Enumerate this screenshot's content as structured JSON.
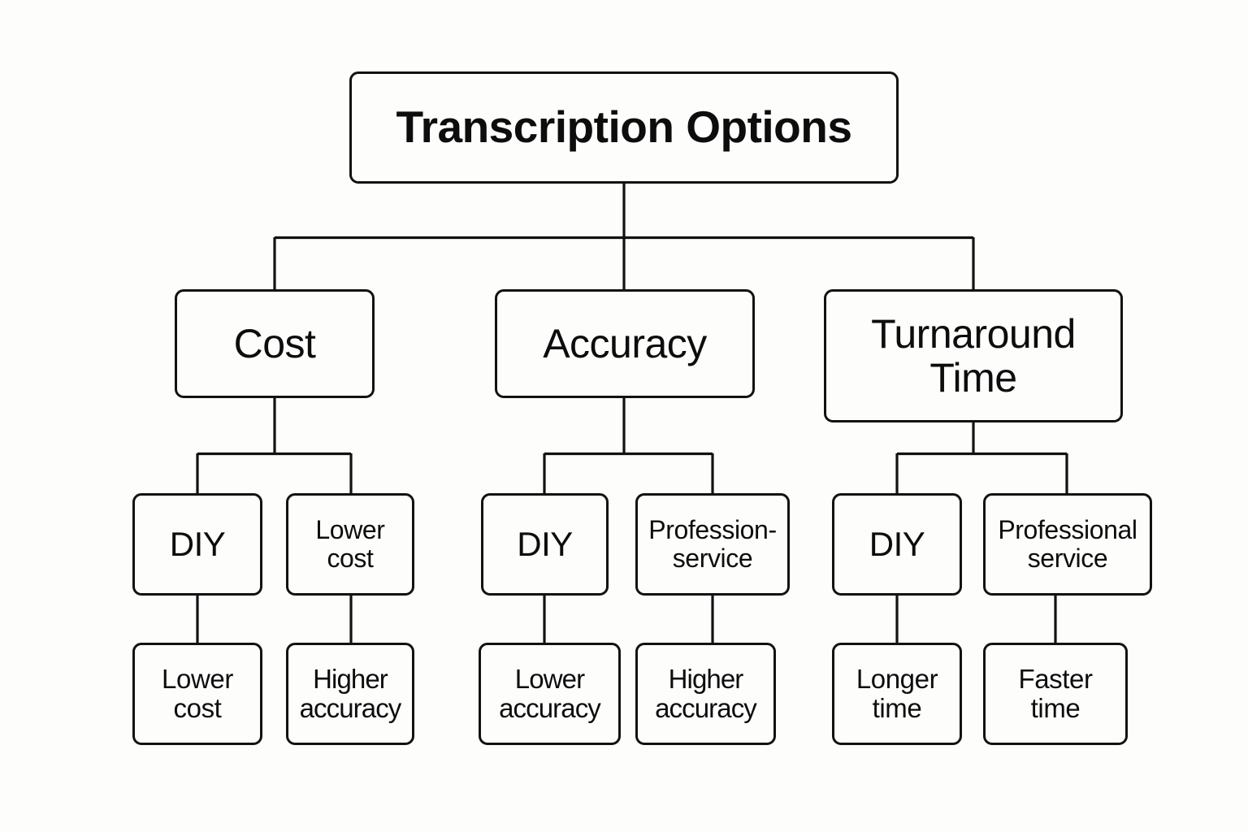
{
  "diagram": {
    "title": "Transcription Options",
    "type": "tree",
    "background_color": "#fdfdfc",
    "stroke_color": "#121212",
    "root": {
      "label": "Transcription Options"
    },
    "branches": [
      {
        "label": "Cost",
        "children": [
          {
            "label": "DIY",
            "child": {
              "label": "Lower\ncost"
            }
          },
          {
            "label": "Lower\ncost",
            "child": {
              "label": "Higher\naccuracy"
            }
          }
        ]
      },
      {
        "label": "Accuracy",
        "children": [
          {
            "label": "DIY",
            "child": {
              "label": "Lower\naccuracy"
            }
          },
          {
            "label": "Profession-\nservice",
            "child": {
              "label": "Higher\naccuracy"
            }
          }
        ]
      },
      {
        "label": "Turnaround\nTime",
        "children": [
          {
            "label": "DIY",
            "child": {
              "label": "Longer\ntime"
            }
          },
          {
            "label": "Professional\nservice",
            "child": {
              "label": "Faster\ntime"
            }
          }
        ]
      }
    ],
    "nodes": {
      "root": "Transcription Options",
      "cost": "Cost",
      "accuracy": "Accuracy",
      "turnaround": "Turnaround\nTime",
      "cost_diy": "DIY",
      "cost_lower_cost": "Lower\ncost",
      "cost_leaf_lower_cost": "Lower\ncost",
      "cost_leaf_higher_accuracy": "Higher\naccuracy",
      "accuracy_diy": "DIY",
      "accuracy_professional": "Profession-\nservice",
      "accuracy_leaf_lower": "Lower\naccuracy",
      "accuracy_leaf_higher": "Higher\naccuracy",
      "turnaround_diy": "DIY",
      "turnaround_professional": "Professional\nservice",
      "turnaround_leaf_longer": "Longer\ntime",
      "turnaround_leaf_faster": "Faster\ntime"
    }
  }
}
